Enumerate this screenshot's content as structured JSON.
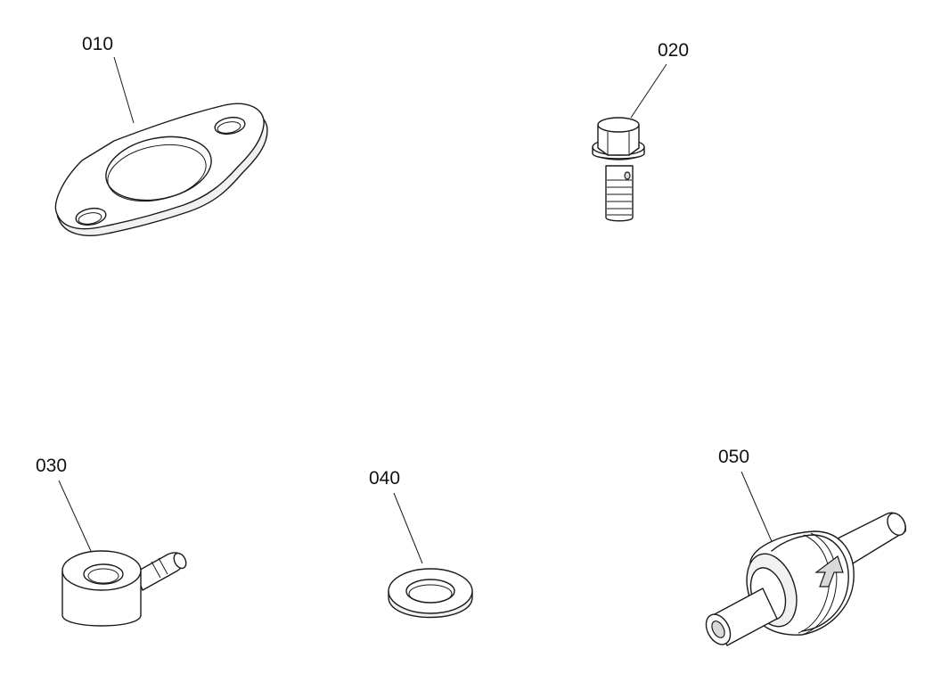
{
  "parts": [
    {
      "id": "010",
      "label": "010",
      "name": "gasket"
    },
    {
      "id": "020",
      "label": "020",
      "name": "banjo-bolt"
    },
    {
      "id": "030",
      "label": "030",
      "name": "banjo-fitting"
    },
    {
      "id": "040",
      "label": "040",
      "name": "washer"
    },
    {
      "id": "050",
      "label": "050",
      "name": "inline-fuel-filter"
    }
  ]
}
